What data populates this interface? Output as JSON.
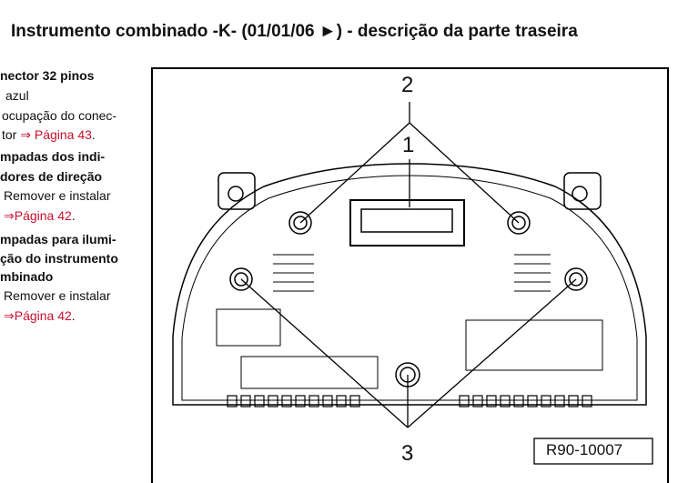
{
  "title": "Instrumento combinado -K- (01/01/06 ►) - descrição da parte traseira",
  "left_text": {
    "l1": "nector 32 pinos",
    "l2": "azul",
    "l3": "ocupação do conec-",
    "l4a": "tor ",
    "l4b": "⇒",
    "l4c": "Página 43",
    "l5": "mpadas dos indi-",
    "l6": "dores de direção",
    "l7": "Remover e instalar",
    "l8b": "⇒",
    "l8c": "Página 42",
    "l9": "mpadas para ilumi-",
    "l10": "ção do instrumento",
    "l11": "mbinado",
    "l12": "Remover e instalar",
    "l13b": "⇒",
    "l13c": "Página 42",
    "dot": "."
  },
  "figure": {
    "callouts": [
      "1",
      "2",
      "3"
    ],
    "ref": "R90-10007"
  },
  "colors": {
    "link": "#c8102e"
  }
}
